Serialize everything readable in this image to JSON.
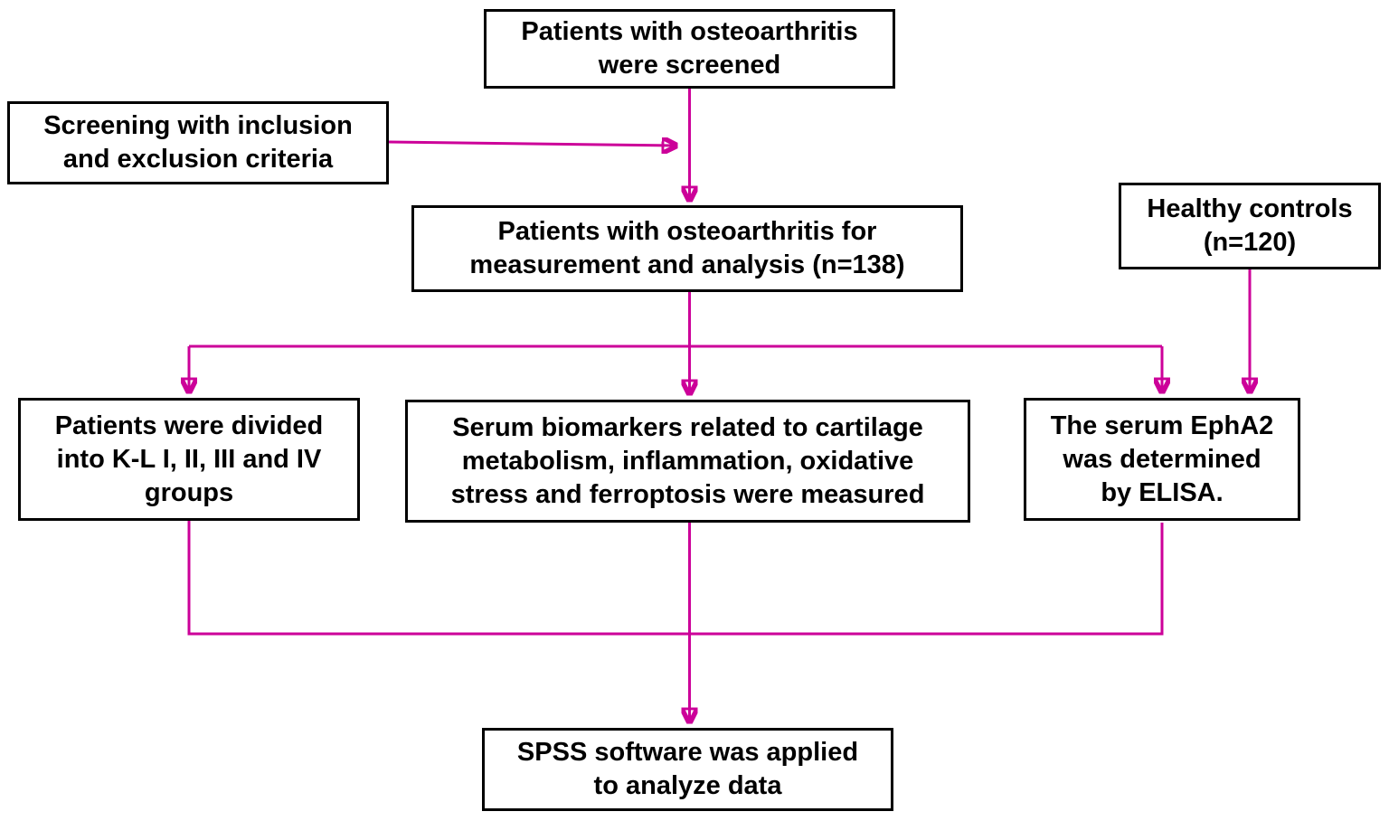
{
  "colors": {
    "arrow": "#CC0099",
    "box_border": "#000000",
    "box_bg": "#FFFFFF",
    "text": "#000000",
    "page_bg": "#FFFFFF"
  },
  "diagram": {
    "type": "flowchart",
    "boxes": {
      "screened": {
        "text": "Patients with osteoarthritis were screened",
        "lines": [
          "Patients with osteoarthritis",
          "were screened"
        ]
      },
      "criteria": {
        "text": "Screening with inclusion and exclusion criteria",
        "lines": [
          "Screening with inclusion",
          "and exclusion criteria"
        ]
      },
      "measurement": {
        "text": "Patients with osteoarthritis for measurement and analysis (n=138)",
        "lines": [
          "Patients with osteoarthritis for",
          "measurement and analysis (n=138)"
        ]
      },
      "healthy_controls": {
        "text": "Healthy controls (n=120)",
        "lines": [
          "Healthy controls",
          "(n=120)"
        ]
      },
      "kl_groups": {
        "text": "Patients were divided into K-L I, II, III and IV groups",
        "lines": [
          "Patients were divided",
          "into K-L I, II, III and IV",
          "groups"
        ]
      },
      "serum_biomarkers": {
        "text": "Serum biomarkers related to cartilage metabolism, inflammation, oxidative stress and ferroptosis were measured",
        "lines": [
          "Serum biomarkers related to cartilage",
          "metabolism, inflammation, oxidative",
          "stress and ferroptosis were measured"
        ]
      },
      "epha2_elisa": {
        "text": "The serum EphA2 was determined by ELISA.",
        "lines": [
          "The serum EphA2",
          "was determined",
          "by ELISA."
        ]
      },
      "spss": {
        "text": "SPSS software was applied to analyze data",
        "lines": [
          "SPSS software was applied",
          "to analyze data"
        ]
      }
    },
    "edges": [
      {
        "from": "screened",
        "to": "measurement"
      },
      {
        "from": "criteria",
        "to": "measurement"
      },
      {
        "from": "measurement",
        "to": "kl_groups"
      },
      {
        "from": "measurement",
        "to": "serum_biomarkers"
      },
      {
        "from": "measurement",
        "to": "epha2_elisa"
      },
      {
        "from": "healthy_controls",
        "to": "epha2_elisa"
      },
      {
        "from": "kl_groups",
        "to": "spss"
      },
      {
        "from": "serum_biomarkers",
        "to": "spss"
      },
      {
        "from": "epha2_elisa",
        "to": "spss"
      }
    ]
  }
}
